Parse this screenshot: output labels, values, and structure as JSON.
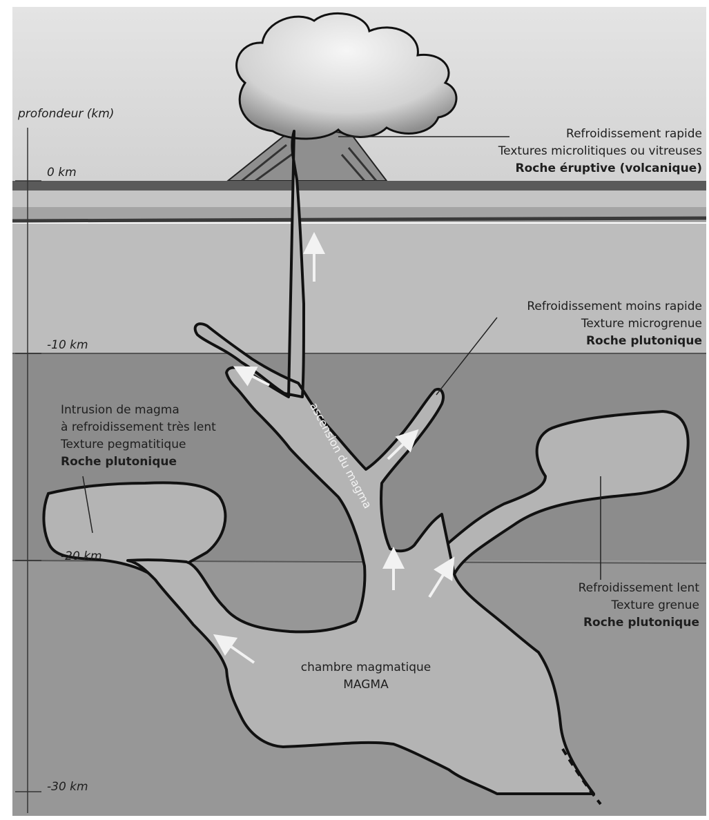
{
  "depth_axis": {
    "title": "profondeur (km)",
    "ticks": [
      "0 km",
      "-10 km",
      "-20 km",
      "-30 km"
    ]
  },
  "labels": {
    "surface": {
      "line1": "Refroidissement rapide",
      "line2": "Textures microlitiques ou vitreuses",
      "line3": "Roche éruptive (volcanique)"
    },
    "shallow_intrusion": {
      "line1": "Refroidissement moins rapide",
      "line2": "Texture microgrenue",
      "line3": "Roche plutonique"
    },
    "pegmatite_intrusion": {
      "line1": "Intrusion de magma",
      "line2": "à refroidissement très lent",
      "line3": "Texture pegmatitique",
      "line4": "Roche plutonique"
    },
    "deep_intrusion": {
      "line1": "Refroidissement lent",
      "line2": "Texture grenue",
      "line3": "Roche plutonique"
    },
    "chamber": {
      "line1": "chambre magmatique",
      "line2": "MAGMA"
    },
    "conduit": "ascension du magma"
  },
  "colors": {
    "sky": "#d9d9d9",
    "layer_top": "#c7c7c7",
    "layer_mid": "#9a9a9a",
    "layer_deep": "#8a8a8a",
    "magma": "#b4b4b4",
    "outline": "#111111",
    "arrow": "#f2f2f2"
  }
}
